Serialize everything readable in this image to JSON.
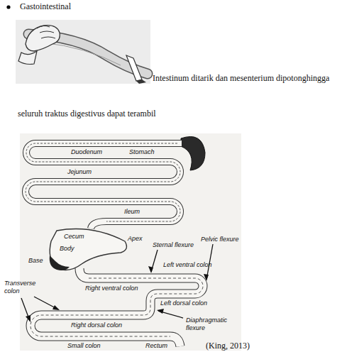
{
  "diagram": {
    "title": "Gastointestinal",
    "caption": "(King, 2013)",
    "labels": [
      "Intestinum ditarik dan mesenterium dipotonghingga",
      "seluruh traktus digestivus dapat terambil",
      "Duodenum",
      "Stomach",
      "Jejunum",
      "Ileum",
      "Cecum",
      "Apex",
      "Body",
      "Base",
      "Sternal flexure",
      "Pelvic flexure",
      "Left ventral colon",
      "Right ventral colon",
      "Left dorsal colon",
      "Transverse colon",
      "Right dorsal colon",
      "Diaphragmatic flexure",
      "Rectum",
      "Small colon"
    ]
  }
}
